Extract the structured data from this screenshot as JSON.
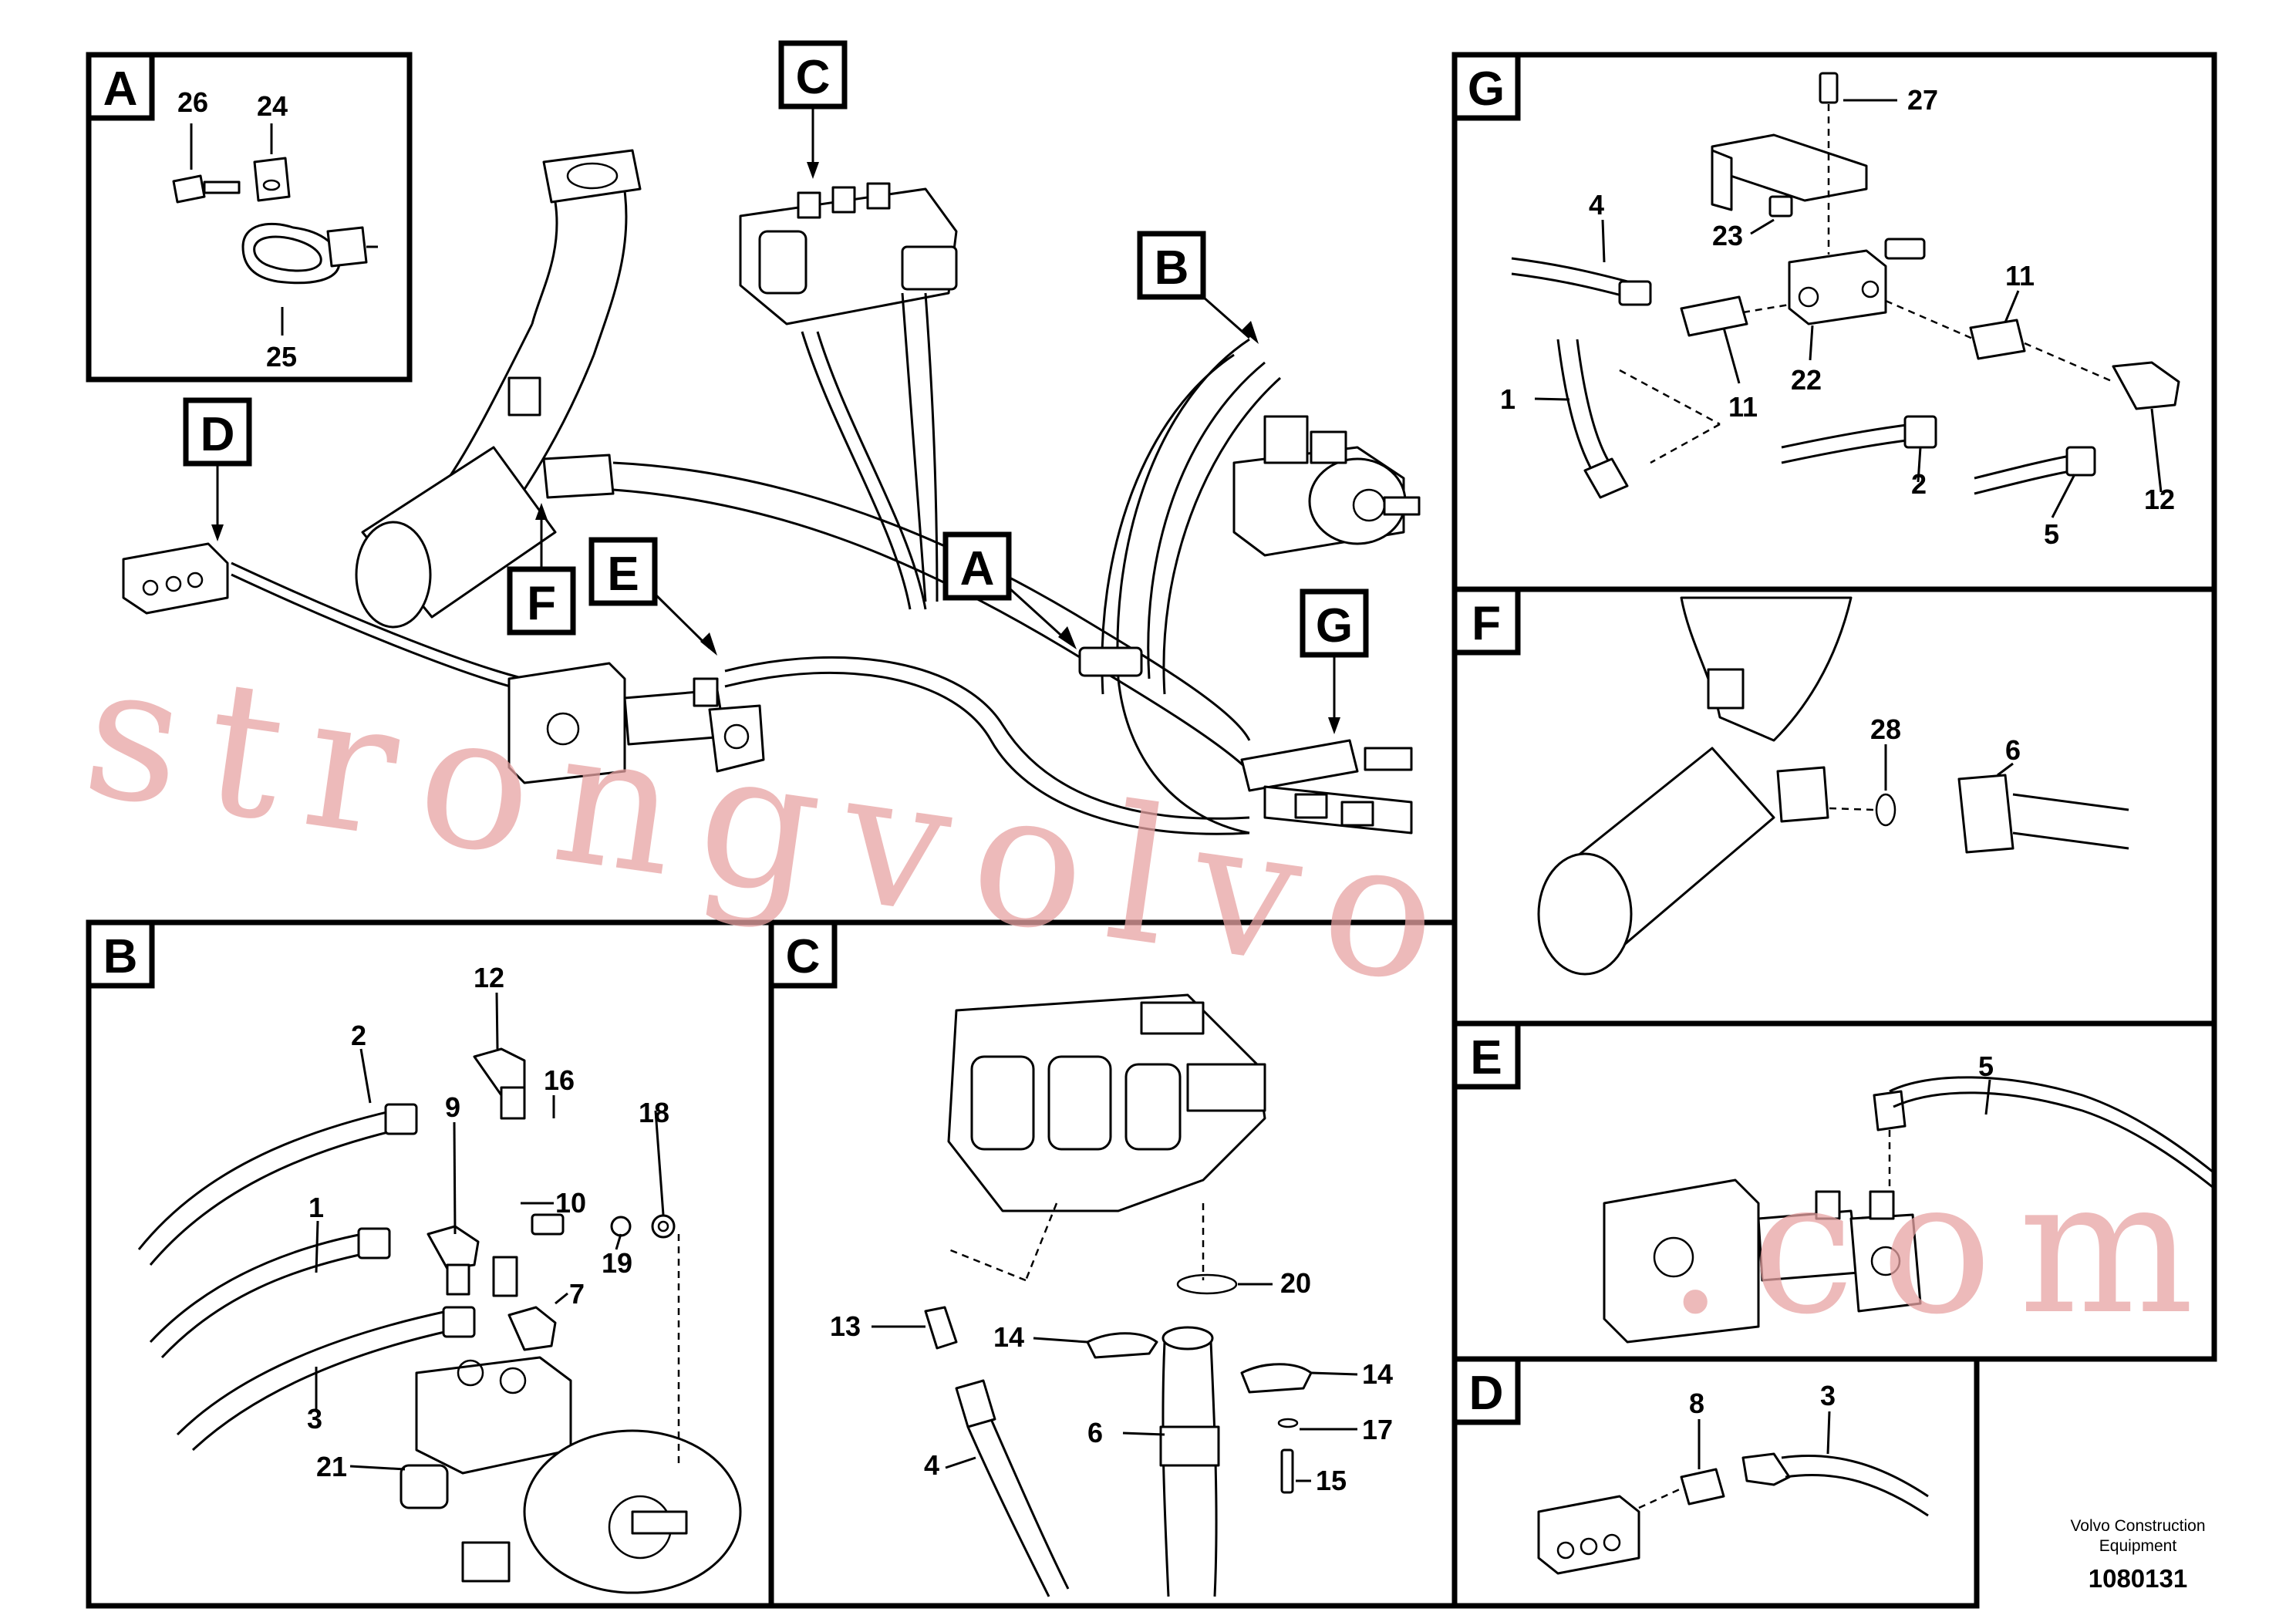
{
  "tags": {
    "A": "A",
    "B": "B",
    "C": "C",
    "D": "D",
    "E": "E",
    "F": "F",
    "G": "G"
  },
  "items": {
    "n1": "1",
    "n2": "2",
    "n3": "3",
    "n4": "4",
    "n5": "5",
    "n6": "6",
    "n7": "7",
    "n8": "8",
    "n9": "9",
    "n10": "10",
    "n11": "11",
    "n12": "12",
    "n13": "13",
    "n14": "14",
    "n15": "15",
    "n16": "16",
    "n17": "17",
    "n18": "18",
    "n19": "19",
    "n20": "20",
    "n21": "21",
    "n22": "22",
    "n23": "23",
    "n24": "24",
    "n25": "25",
    "n26": "26",
    "n27": "27",
    "n28": "28"
  },
  "watermark": {
    "line1": "strongvolvo",
    "line2": ".com",
    "color": "#e8a3a3"
  },
  "credit": {
    "line1": "Volvo Construction",
    "line2": "Equipment"
  },
  "document_number": "1080131"
}
